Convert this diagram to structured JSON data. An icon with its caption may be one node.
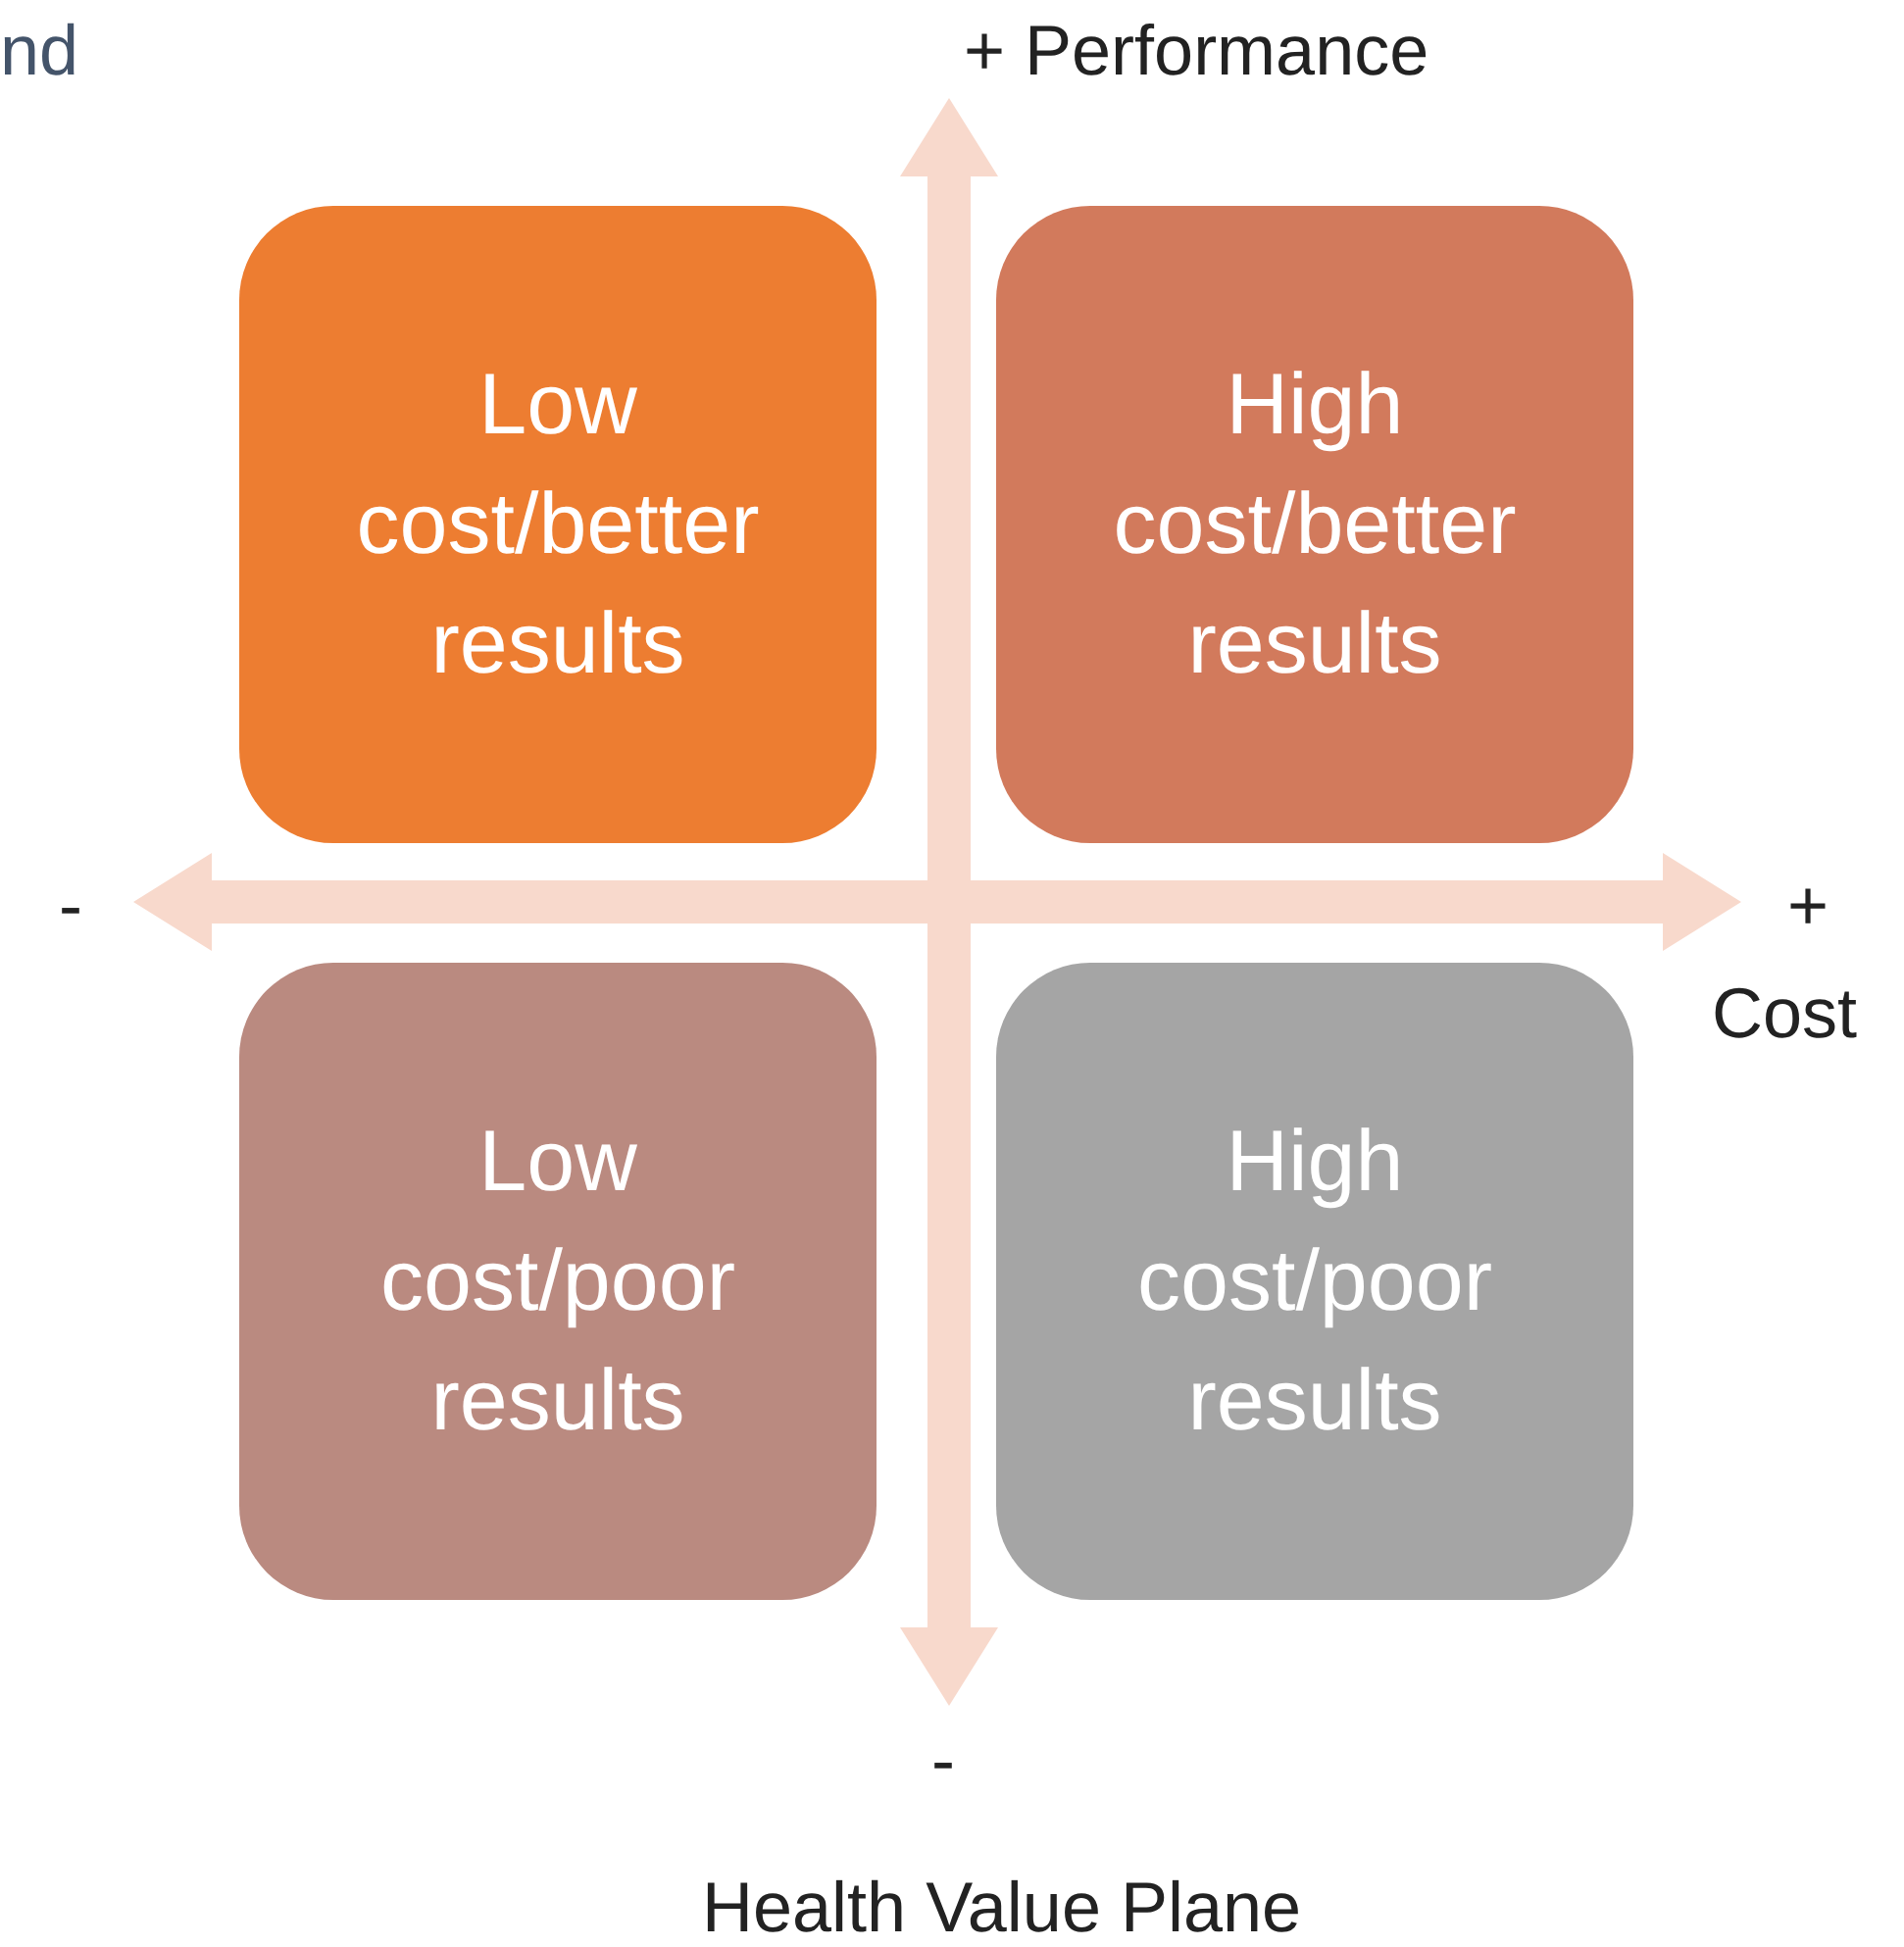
{
  "diagram": {
    "caption": "Health Value Plane",
    "nodes": [
      {
        "text": [
          "Low cost/better results"
        ]
      },
      {
        "text": [
          "High cost/better results"
        ]
      },
      {
        "text": [
          "Low cost/poor results"
        ]
      },
      {
        "text": [
          "High cost/poor results"
        ]
      }
    ],
    "labels": [
      "nd",
      "+ Performance",
      "-",
      "+",
      "Cost",
      "-"
    ]
  }
}
